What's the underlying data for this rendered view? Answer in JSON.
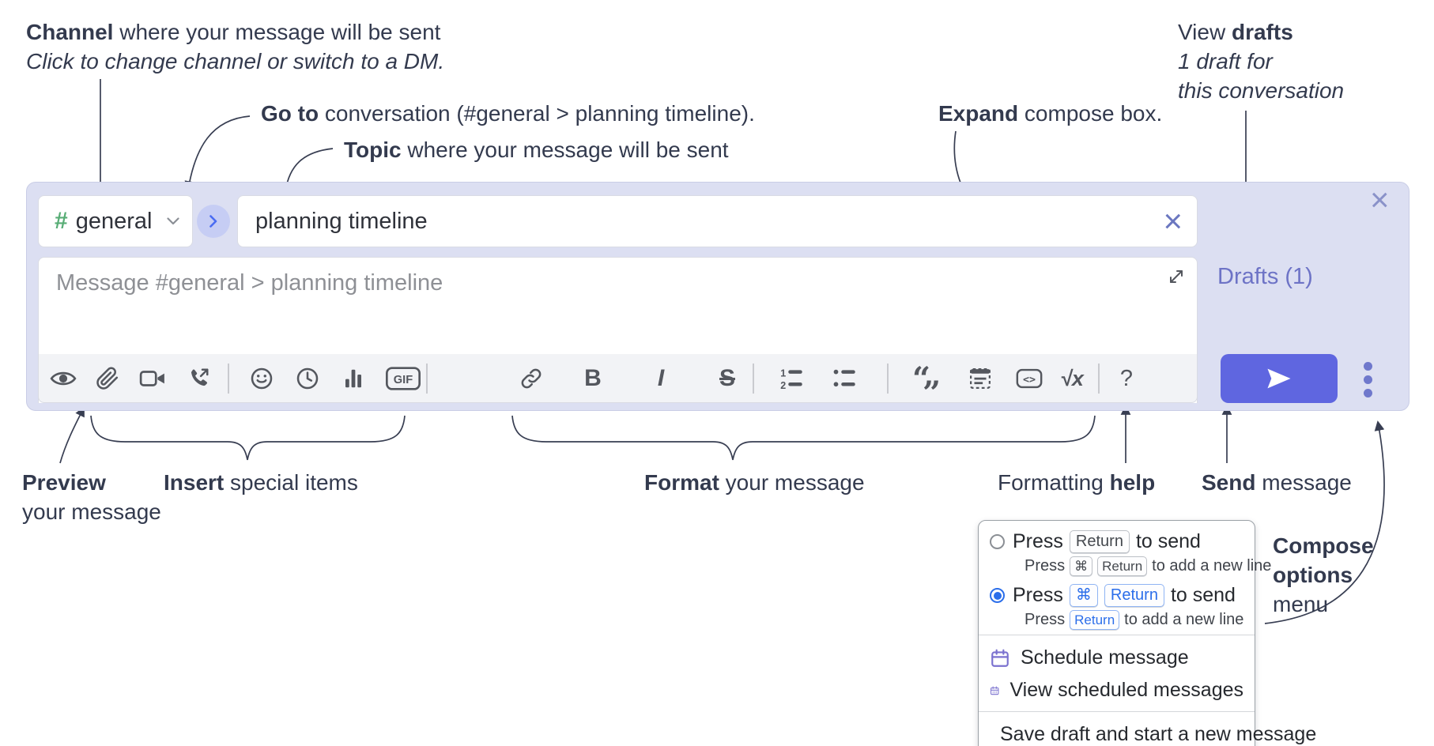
{
  "annotations": {
    "channel_line1_bold": "Channel",
    "channel_line1_rest": " where your message will be sent",
    "channel_line2": "Click to change channel or switch to a DM.",
    "goto_bold": "Go to",
    "goto_rest": " conversation (#general > planning timeline).",
    "topic_bold": "Topic",
    "topic_rest": " where your message will be sent",
    "expand_bold": "Expand",
    "expand_rest": " compose box.",
    "drafts_line1_pre": "View ",
    "drafts_line1_bold": "drafts",
    "drafts_line2": "1 draft for",
    "drafts_line3": "this conversation",
    "preview_bold": "Preview",
    "preview_line2": "your message",
    "insert_bold": "Insert",
    "insert_rest": " special items",
    "format_bold": "Format",
    "format_rest": " your message",
    "help_pre": "Formatting ",
    "help_bold": "help",
    "send_bold": "Send",
    "send_rest": " message",
    "compose_options_line1": "Compose",
    "compose_options_line2": "options",
    "compose_options_line3": "menu"
  },
  "compose": {
    "channel_hash": "#",
    "channel_name": "general",
    "topic_value": "planning timeline",
    "drafts_link": "Drafts (1)",
    "message_placeholder": "Message #general > planning timeline",
    "toolbar": {
      "gif_label": "GIF",
      "bold_label": "B",
      "italic_label": "I",
      "strike_label": "S",
      "quote_open": "“",
      "quote_close": "”",
      "code_label": "<>",
      "math_label": "√x",
      "help_label": "?"
    }
  },
  "menu": {
    "option_enter": {
      "press": "Press",
      "key": "Return",
      "suffix": "to send",
      "sub_press": "Press",
      "sub_key1": "⌘",
      "sub_key2": "Return",
      "sub_suffix": "to add a new line"
    },
    "option_cmd_enter": {
      "press": "Press",
      "key1": "⌘",
      "key2": "Return",
      "suffix": "to send",
      "sub_press": "Press",
      "sub_key": "Return",
      "sub_suffix": "to add a new line"
    },
    "item_schedule": "Schedule message",
    "item_view_scheduled": "View scheduled messages",
    "item_save_draft": "Save draft and start a new message"
  },
  "colors": {
    "compose_bg": "#dcdff2",
    "send_button": "#5f66e0",
    "drafts_link": "#6d73c6",
    "channel_hash_green": "#58ad76",
    "accent_blue": "#2b6eea",
    "menu_icon_purple": "#7b72cf",
    "annotation_text": "#333a4e"
  }
}
